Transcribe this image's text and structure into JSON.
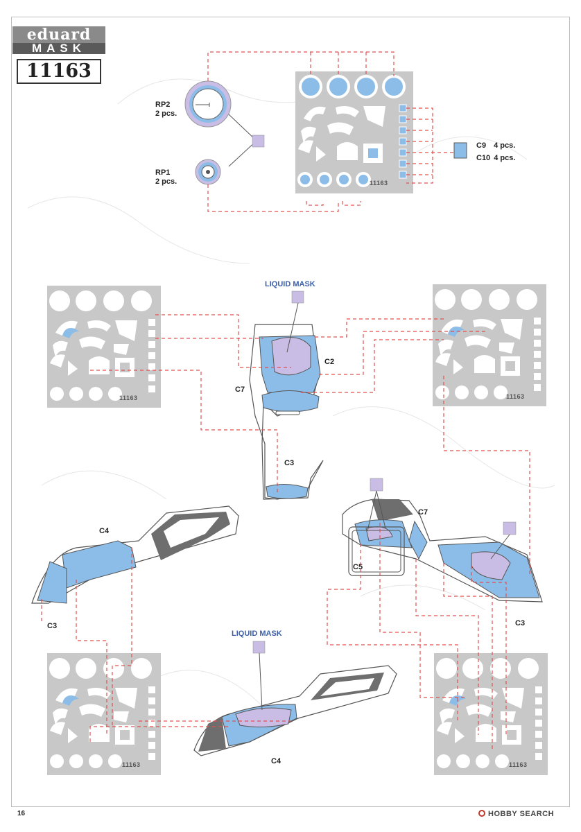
{
  "brand": {
    "line1": "eduard",
    "line2": "MASK"
  },
  "kit_code": "11163",
  "sheet_code": "11163",
  "page_number": "16",
  "watermark": "HOBBY SEARCH",
  "liquid_mask": "LIQUID MASK",
  "wheels": [
    {
      "code": "RP2",
      "qty": "2 pcs."
    },
    {
      "code": "RP1",
      "qty": "2 pcs."
    }
  ],
  "lights": [
    {
      "code": "C9",
      "qty": "4 pcs."
    },
    {
      "code": "C10",
      "qty": "4 pcs."
    }
  ],
  "parts": [
    "C2",
    "C7",
    "C3",
    "C4",
    "C5"
  ],
  "colors": {
    "mask_blue": "#8cbde8",
    "liquid_mask": "#c9bde6",
    "sheet_gray": "#c8c8c8",
    "leader_red": "#e05050",
    "frame_gray": "#6e6e6e"
  }
}
